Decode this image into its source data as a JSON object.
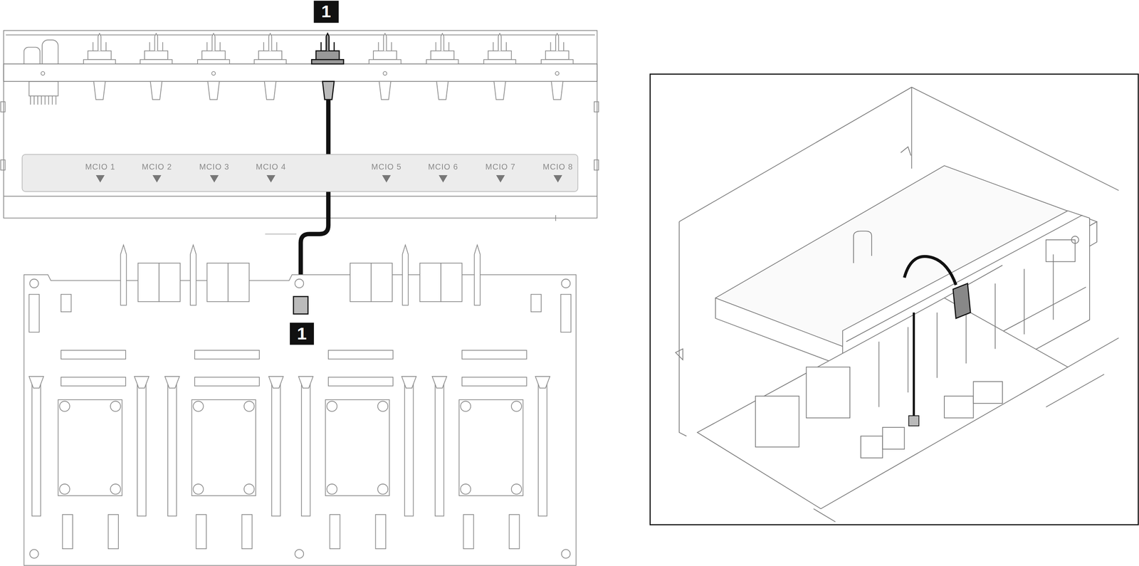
{
  "diagram": {
    "nodes": [
      {
        "text": [
          "MCIO 1",
          "MCIO 2",
          "MCIO 3",
          "MCIO 4",
          "MCIO 5",
          "MCIO 6",
          "MCIO 7",
          "MCIO 8"
        ]
      }
    ],
    "labels": [
      "1",
      "1"
    ]
  }
}
